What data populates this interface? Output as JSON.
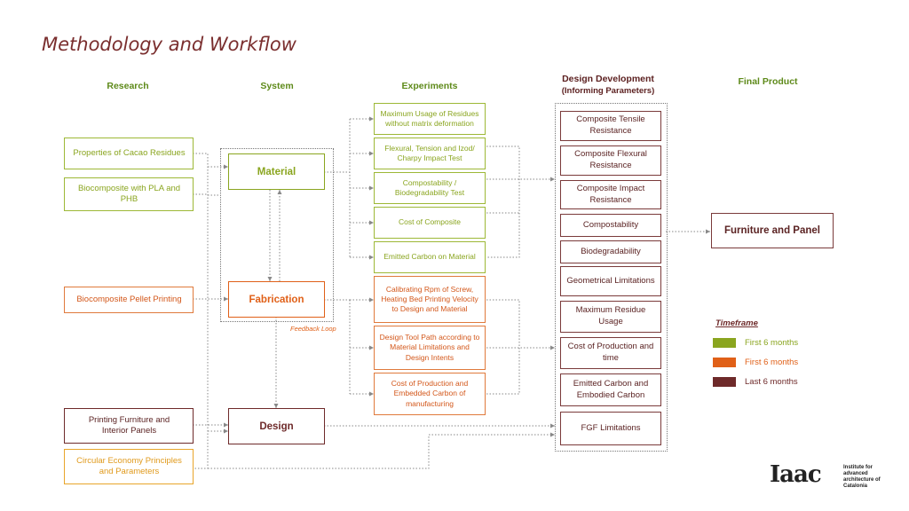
{
  "title": "Methodology and Workflow",
  "colors": {
    "green": "#8aa51f",
    "orange": "#e06018",
    "maroon": "#6e2a2a",
    "yellow": "#e8a52a",
    "header_green": "#5e8a1a"
  },
  "columns": {
    "research": "Research",
    "system": "System",
    "experiments": "Experiments",
    "design_dev_1": "Design Development",
    "design_dev_2": "(Informing Parameters)",
    "final": "Final Product"
  },
  "research": {
    "r1": "Properties of Cacao Residues",
    "r2": "Biocomposite with PLA and PHB",
    "r3": "Biocomposite Pellet Printing",
    "r4": "Printing Furniture and Interior Panels",
    "r5": "Circular Economy Principles and Parameters"
  },
  "system": {
    "material": "Material",
    "fabrication": "Fabrication",
    "design": "Design",
    "feedback": "Feedback Loop"
  },
  "experiments": {
    "e1": "Maximum Usage of Residues without matrix deformation",
    "e2": "Flexural, Tension and Izod/ Charpy Impact Test",
    "e3": "Compostability / Biodegradability Test",
    "e4": "Cost of Composite",
    "e5": "Emitted Carbon on Material",
    "e6": "Calibrating Rpm of Screw, Heating Bed Printing Velocity to Design and Material",
    "e7": "Design Tool Path according to Material Limitations and Design Intents",
    "e8": "Cost of Production and Embedded Carbon of manufacturing"
  },
  "design_dev": {
    "d1": "Composite Tensile Resistance",
    "d2": "Composite Flexural Resistance",
    "d3": "Composite Impact Resistance",
    "d4": "Compostability",
    "d5": "Biodegradability",
    "d6": "Geometrical Limitations",
    "d7": "Maximum Residue Usage",
    "d8": "Cost of Production and time",
    "d9": "Emitted Carbon and Embodied Carbon",
    "d10": "FGF Limitations"
  },
  "final": "Furniture and Panel",
  "legend": {
    "title": "Timeframe",
    "items": [
      {
        "label": "First 6 months",
        "color": "#8aa51f"
      },
      {
        "label": "First 6 months",
        "color": "#e06018"
      },
      {
        "label": "Last 6 months",
        "color": "#6e2a2a"
      }
    ]
  },
  "logo": {
    "mark": "Iaac",
    "text": "Institute for advanced architecture of Catalonia"
  }
}
